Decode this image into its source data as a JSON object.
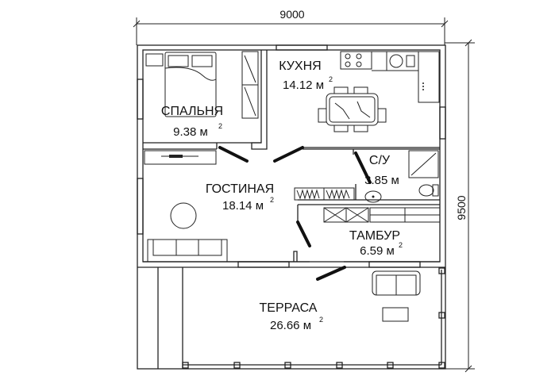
{
  "dimensions": {
    "width": "9000",
    "height": "9500"
  },
  "rooms": [
    {
      "name": "СПАЛЬНЯ",
      "area": "9.38 м",
      "unit_sup": "2"
    },
    {
      "name": "КУХНЯ",
      "area": "14.12 м",
      "unit_sup": "2"
    },
    {
      "name": "ГОСТИНАЯ",
      "area": "18.14 м",
      "unit_sup": "2"
    },
    {
      "name": "С/У",
      "area": "3.85 м",
      "unit_sup": ""
    },
    {
      "name": "ТАМБУР",
      "area": "6.59 м",
      "unit_sup": "2"
    },
    {
      "name": "ТЕРРАСА",
      "area": "26.66 м",
      "unit_sup": "2"
    }
  ]
}
